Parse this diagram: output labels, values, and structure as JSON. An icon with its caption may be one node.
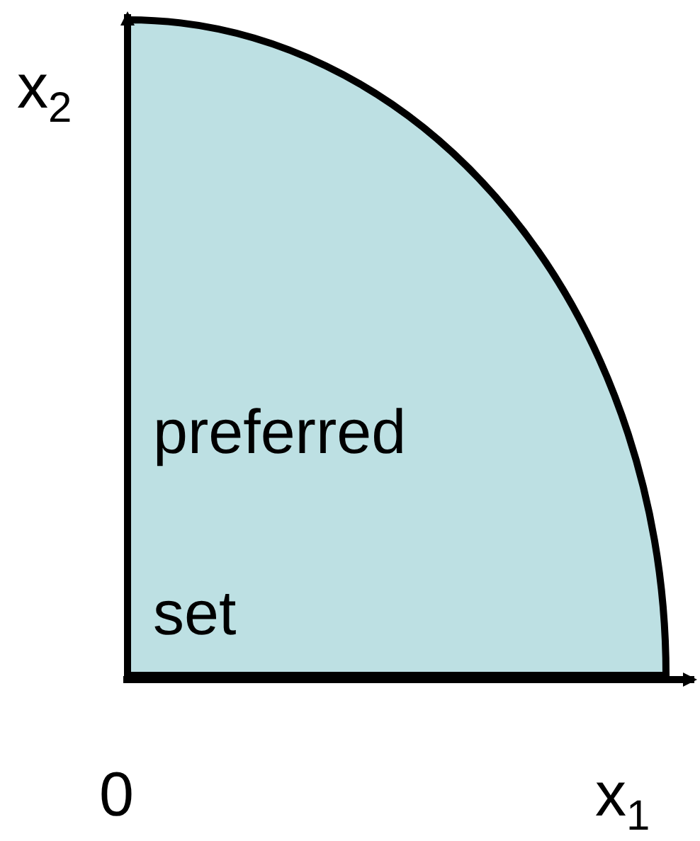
{
  "diagram": {
    "labels": [
      "x$_{2}$",
      "preferred set",
      "0",
      "x$_{1}$"
    ]
  }
}
